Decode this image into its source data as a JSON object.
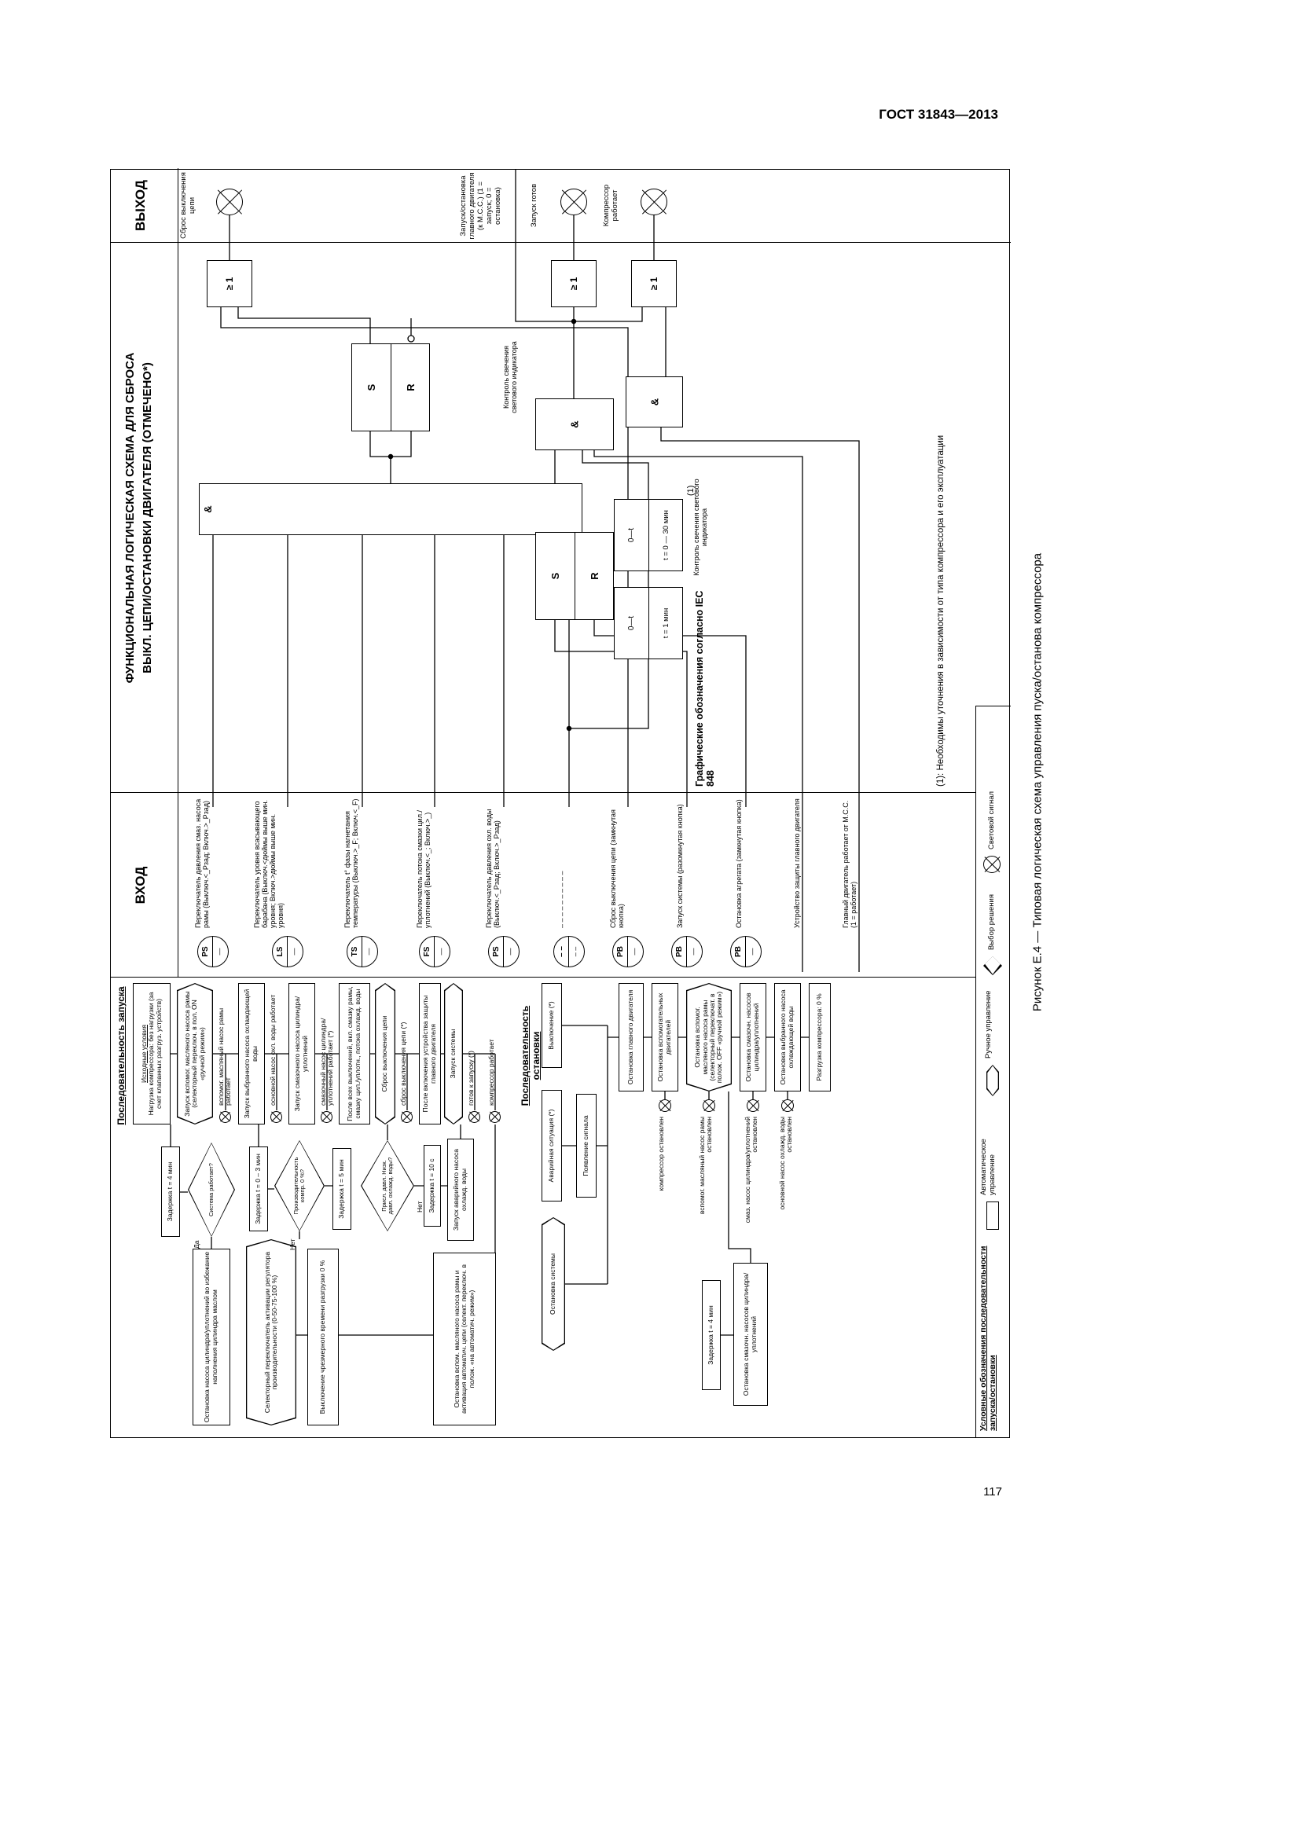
{
  "page": {
    "doc_number": "ГОСТ 31843—2013",
    "page_number": "117",
    "caption": "Рисунок Е.4 — Типовая логическая схема управления пуска/останова компрессора"
  },
  "fig": {
    "input_header": "ВХОД",
    "output_header": "ВЫХОД",
    "title1": "ФУНКЦИОНАЛЬНАЯ ЛОГИЧЕСКАЯ СХЕМА ДЛЯ СБРОСА",
    "title2": "ВЫКЛ. ЦЕПИ/ОСТАНОВКИ ДВИГАТЕЛЯ (ОТМЕЧЕНО*)"
  },
  "inputs": [
    {
      "tag": "PS",
      "sub": "—",
      "desc": "Переключатель давления смаз. насоса рамы (Выключ.<_Рзад; Включ.>_Рзад)"
    },
    {
      "tag": "LS",
      "sub": "—",
      "desc": "Переключатель уровня всасывающего барабана (Выключ.<дюймы выше мин. уровня; Включ.>дюймы выше мин. уровня)"
    },
    {
      "tag": "TS",
      "sub": "—",
      "desc": "Переключатель t° фазы нагнетания температуры (Выключ.>_F; Включ.<_F)"
    },
    {
      "tag": "FS",
      "sub": "—",
      "desc": "Переключатель потока смазки цил./уплотнений (Выключ.<_; Включ.>_)"
    },
    {
      "tag": "PS",
      "sub": "—",
      "desc": "Переключатель давления охл. воды (Выключ.<_Рзад; Включ.>_Рзад)"
    },
    {
      "tag": "– –",
      "sub": "– –",
      "desc": "– – – – – – – – – –"
    },
    {
      "tag": "PB",
      "sub": "—",
      "desc": "Сброс выключения цепи (замкнутая кнопка)"
    },
    {
      "tag": "PB",
      "sub": "—",
      "desc": "Запуск системы (разомкнутая кнопка)"
    },
    {
      "tag": "PB",
      "sub": "—",
      "desc": "Остановка агрегата (замкнутая кнопка)"
    }
  ],
  "extra_inputs": {
    "protection": "Устройство защиты главного двигателя",
    "motor_run": "Главный двигатель работает от М.С.С. (1 = работает)"
  },
  "logic": {
    "and": "&",
    "or": "≥ 1",
    "s": "S",
    "r": "R",
    "t1a": "0—t",
    "t1b": "t = 1 мин",
    "t2a": "0—t",
    "t2b": "t = 0 — 30 мин",
    "ref": "(1)",
    "glow": "Контроль свечения светового индикатора",
    "iec": "Графические обозначения согласно IEC 848",
    "footnote": "(1): Необходимы уточнения в зависимости от типа компрессора и его эксплуатации"
  },
  "outputs": {
    "o1": "Сброс выключения цепи",
    "o2": "Запуск/остановка главного двигателя (к М.С.С.) (1 = запуск; 0 = остановка)",
    "o3": "Запуск готов",
    "o4": "Компрессор работает"
  },
  "start_seq": {
    "title": "Последовательность запуска",
    "init_t": "Исходные условия",
    "init_b": "Нагрузка компрессора: без нагрузки (за счет клапанных разгруз. устройств)",
    "s1": "Запуск вспомог. масляного насоса рамы (селекторный переключ. в пол. ON «ручной режим»)",
    "l1": "вспомог. масляный насос рамы работает",
    "s2": "Запуск выбранного насоса охлаждающей воды",
    "l2": "основной насос охл. воды работает",
    "s3": "Запуск смазочного насоса цилиндра/уплотнений",
    "l3": "смазочный насос цилиндра/уплотнений работает (*)",
    "s4": "После всех выключений, вкл. смазку рамы, смазку цил./уплотн., потока охлажд. воды",
    "s5": "Сброс выключения цепи",
    "l5": "сброс выключения цепи (*)",
    "s6": "После включения устройства защиты главного двигателя",
    "s7": "Запуск системы",
    "l7": "готов к запуску (*)",
    "d1": "Присл. давл. Низк. давл. охлажд. воды?",
    "d1_no": "Нет",
    "s8": "Задержка t = 10 с",
    "s9": "Запуск аварийного насоса охлажд. воды",
    "l9": "компрессор работает",
    "b1": "Задержка t = 4 мин",
    "d2": "Система работает?",
    "d2_yes": "Да",
    "b2": "Остановка насоса цилиндра/уплотнений во избежание наполнения цилиндра маслом",
    "b3": "Задержка t = 0 – 3 мин",
    "b4": "Селекторный переключатель активации регулятора производительности (0-50-75-100 %)",
    "d3": "Производительность компр. 0 %?",
    "d3_no": "Нет",
    "b5": "Задержка t = 5 мин",
    "b6": "Выключение чрезмерного времени разгрузки 0 %",
    "s10": "Остановка вспом. масляного насоса рамы и активация автоматич. цепи (селект. переключ. в полож. «на автоматич. режим»)"
  },
  "stop_seq": {
    "title": "Последовательность остановки",
    "e1": "Выключение (*)",
    "e2": "Аварийная ситуация (*)",
    "e2b": "Появление сигнала",
    "e3": "Остановка системы",
    "m1": "Остановка главного двигателя",
    "m2": "Остановка вспомогательных двигателей",
    "lm2": "компрессор остановлен",
    "m3": "Остановка вспомог. масляного насоса рамы (селекторный переключат. в полож. ОFF «ручной режим»)",
    "lm3": "вспомог. масляный насос рамы остановлен",
    "m4": "Остановка смазочн. насосов цилиндра/уплотнений",
    "lm4": "смаз. насос цилиндра/уплотнений остановлен",
    "m5": "Остановка выбранного насоса охлаждающей воды",
    "lm5": "основной насос охлажд. воды остановлен",
    "m6": "Разгрузка компрессора: 0 %",
    "b1": "Задержка t = 4 мин",
    "b2": "Остановка смазочн. насосов цилиндра/уплотнений"
  },
  "legend": {
    "title": "Условные обозначения последовательности запуска/остановки",
    "auto": "Автоматическое управление",
    "manual": "Ручное управление",
    "decision": "Выбор решения",
    "lamp": "Световой сигнал"
  }
}
